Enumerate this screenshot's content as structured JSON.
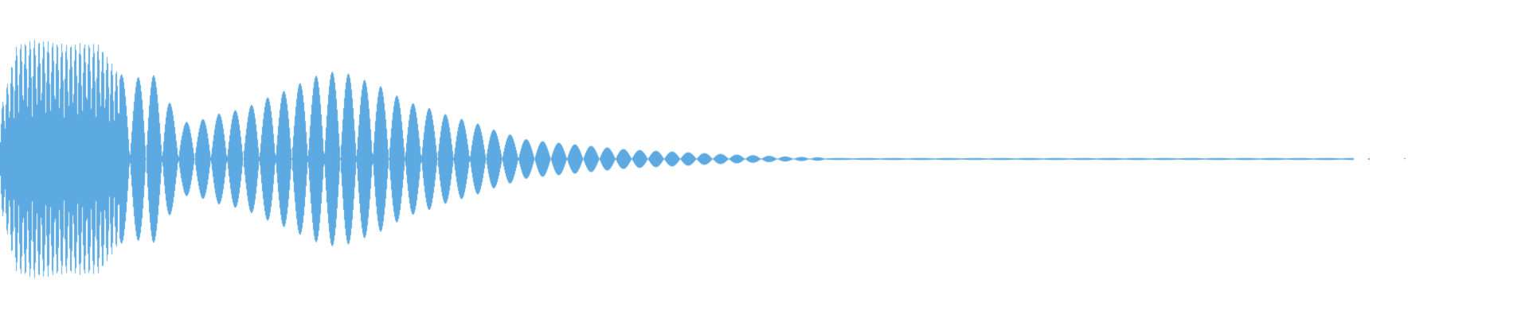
{
  "waveform": {
    "color": "#5DA9E1",
    "background": "#FFFFFF",
    "lobe_envelope": [
      0.3,
      0.72,
      0.75,
      0.74,
      0.72,
      0.73,
      0.72,
      0.56,
      0.48,
      0.58,
      0.4,
      0.23,
      0.24,
      0.28,
      0.3,
      0.33,
      0.38,
      0.42,
      0.47,
      0.52,
      0.55,
      0.54,
      0.5,
      0.46,
      0.4,
      0.35,
      0.32,
      0.28,
      0.25,
      0.22,
      0.18,
      0.15,
      0.12,
      0.11,
      0.1,
      0.09,
      0.08,
      0.07,
      0.06,
      0.055,
      0.05,
      0.045,
      0.04,
      0.035,
      0.03,
      0.026,
      0.022,
      0.018,
      0.014,
      0.012,
      0.01
    ],
    "tail_level": 0.006,
    "tail_end_fraction": 0.885
  }
}
